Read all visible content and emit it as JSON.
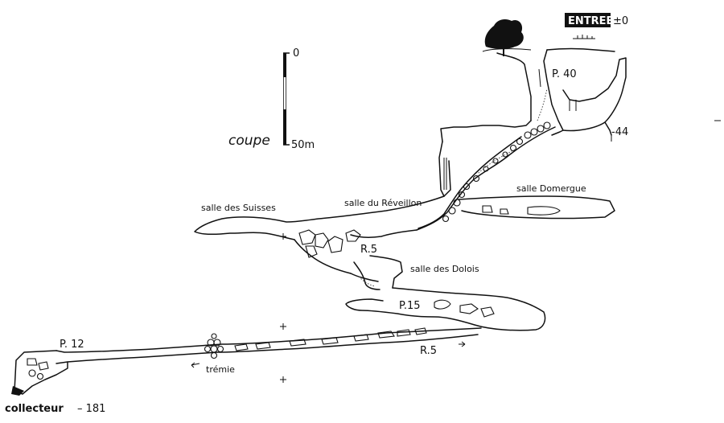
{
  "labels": {
    "entrance": "ENTREE",
    "entrance_depth": "±0",
    "p40": "P. 40",
    "depth_44": "-44",
    "scale_zero": "0",
    "scale_bottom": "50m",
    "section_word": "coupe",
    "salle_suisses": "salle des Suisses",
    "salle_reveillon": "salle du Réveillon",
    "salle_domergue": "salle Domergue",
    "r5_upper": "R.5",
    "salle_dolois": "salle des Dolois",
    "p15": "P.15",
    "p12": "P. 12",
    "r5_lower": "R.5",
    "tremie": "trémie",
    "collecteur": "collecteur",
    "collecteur_depth": "– 181"
  }
}
